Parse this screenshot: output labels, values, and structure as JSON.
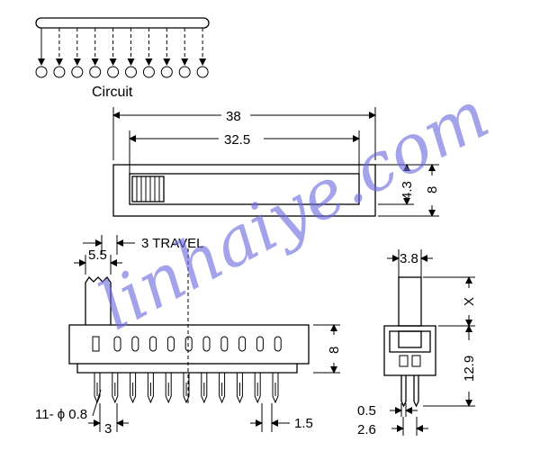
{
  "circuit_label": "Circuit",
  "watermark": "linhaiye.com",
  "top_view": {
    "dim_overall": "38",
    "dim_inner": "32.5",
    "dim_height_inner": "4.3",
    "dim_height_total": "8"
  },
  "front_view": {
    "dim_lever_width": "5.5",
    "travel": "3 TRAVEL",
    "dim_body_height": "8",
    "pin_spec": "11- ϕ 0.8",
    "pin_pitch": "3",
    "dim_end_offset": "1.5"
  },
  "side_view": {
    "dim_lever_width": "3.8",
    "dim_lever_height": "X",
    "dim_total_height": "12.9",
    "dim_pin_thickness": "0.5",
    "dim_pin_spacing": "2.6"
  }
}
